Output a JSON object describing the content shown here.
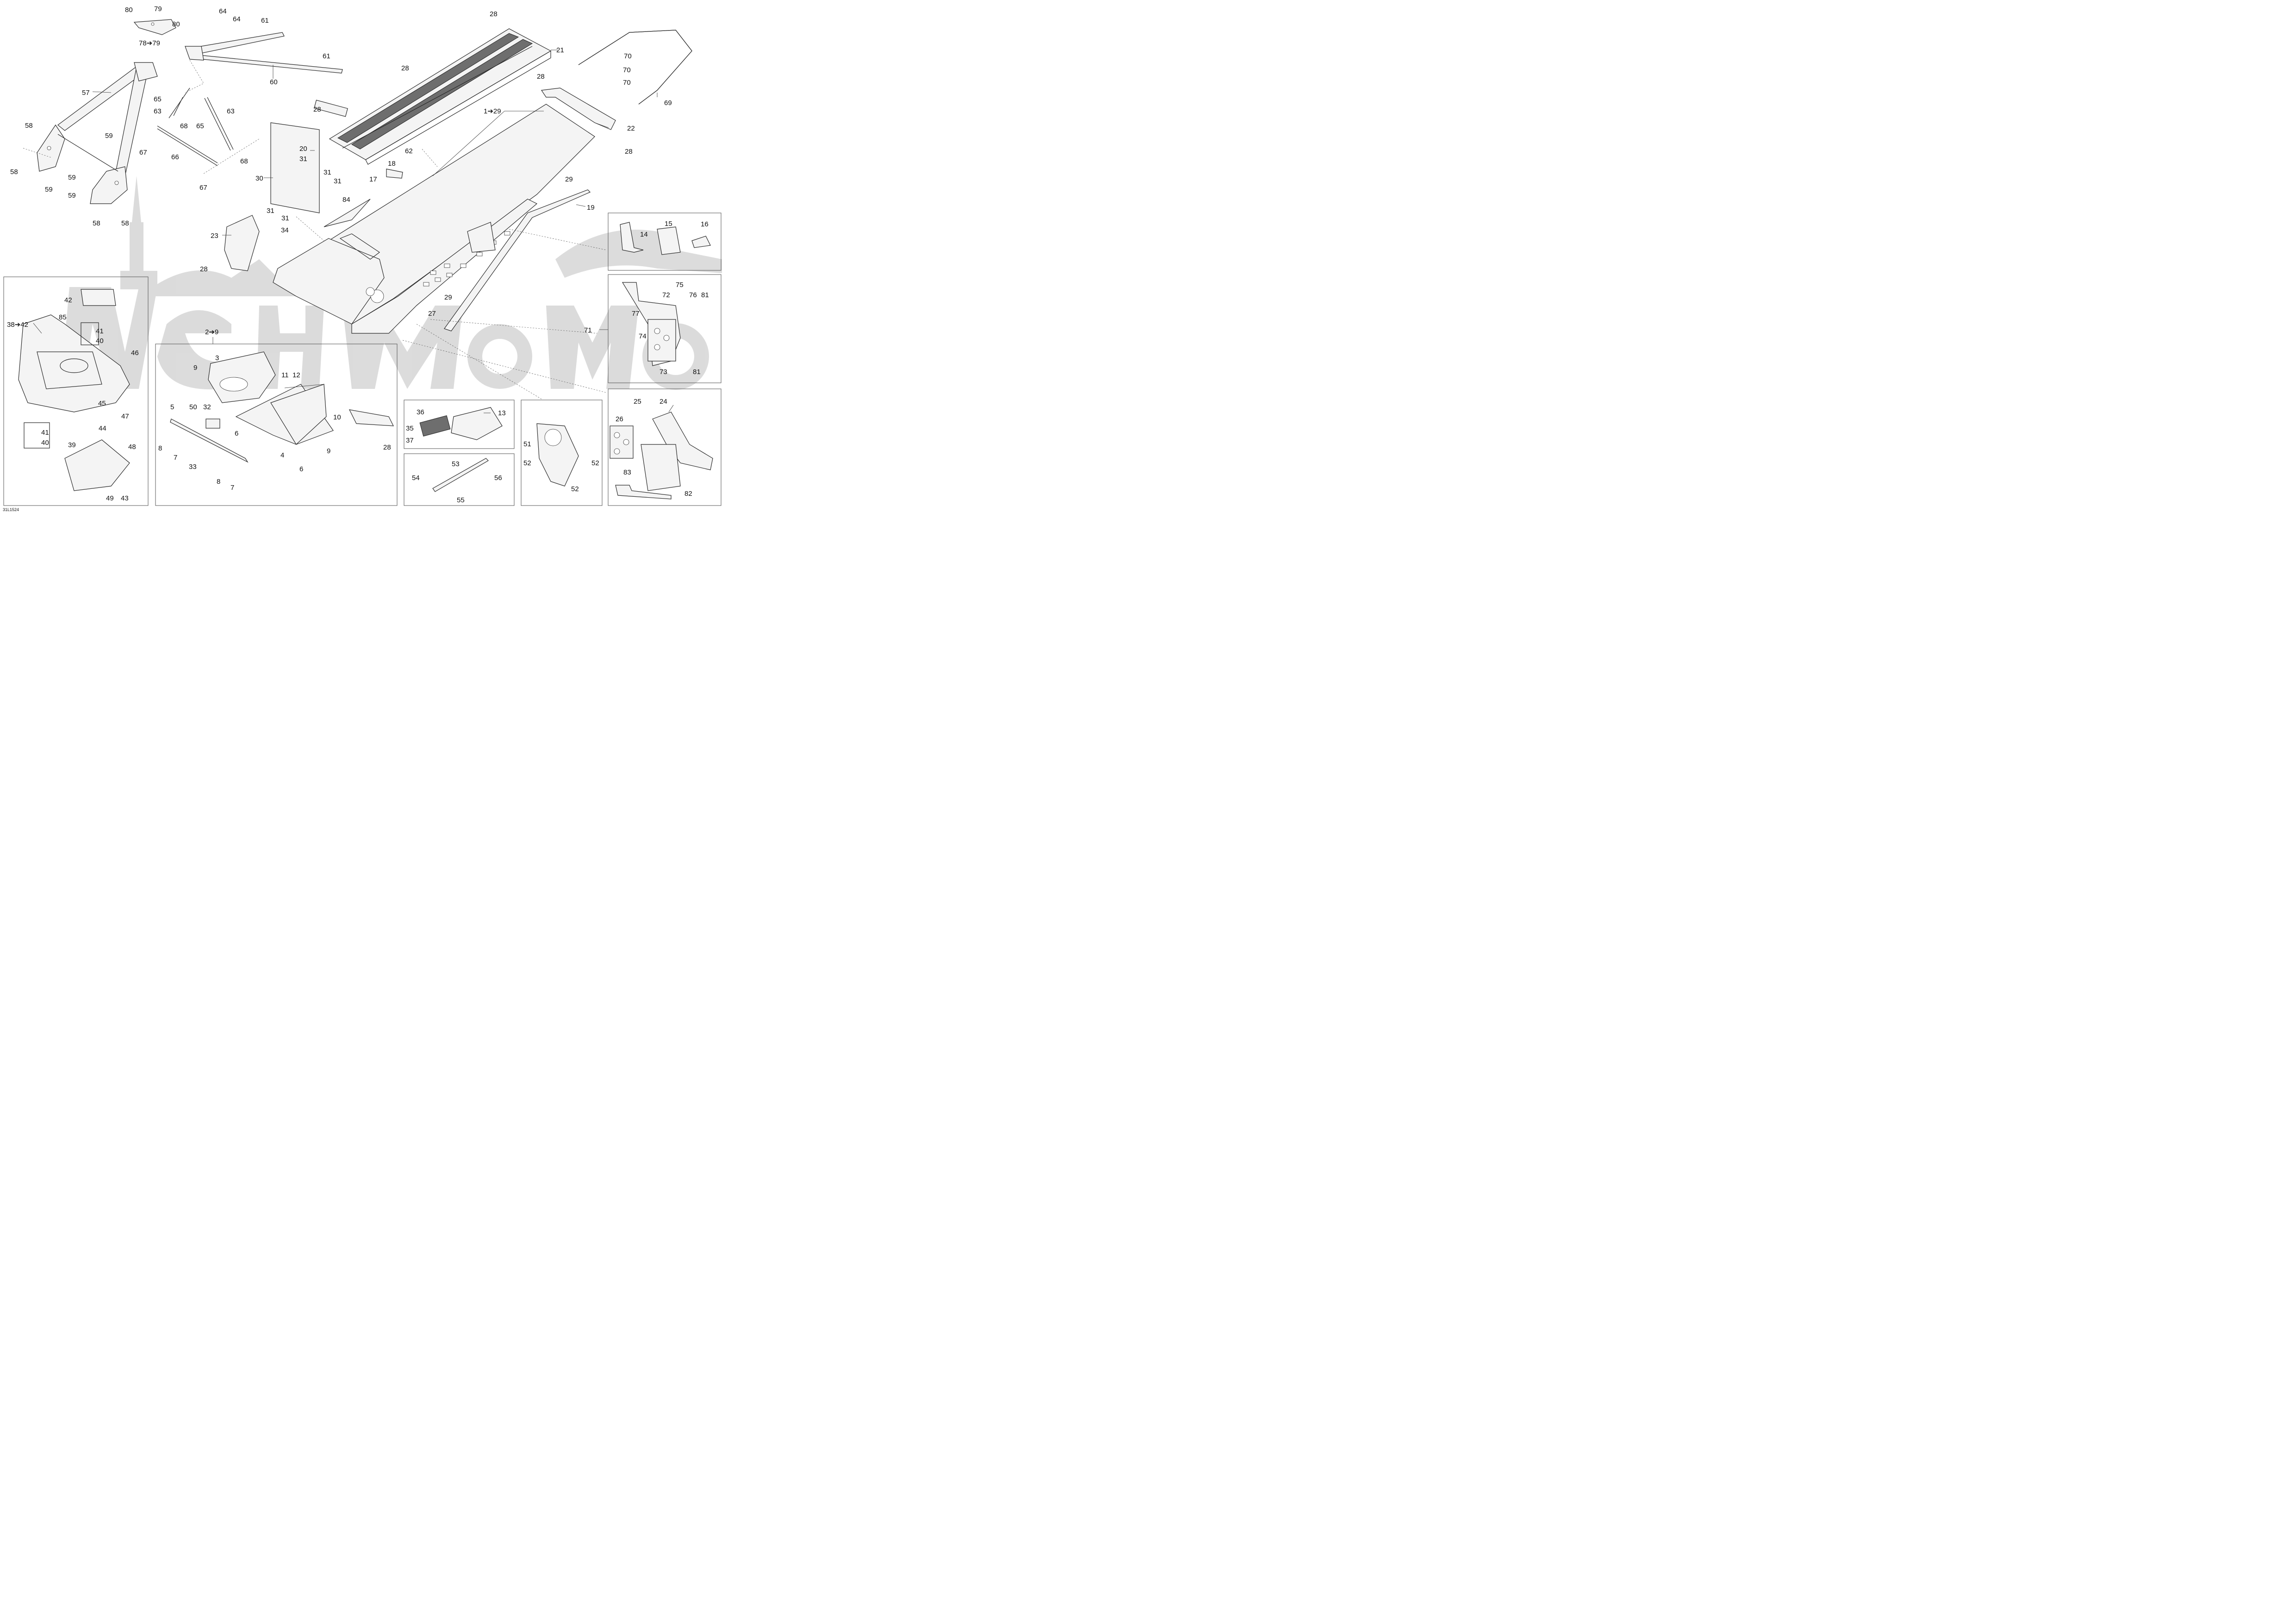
{
  "diagram_code": "31L1524",
  "callouts": [
    {
      "id": "c80a",
      "text": "80"
    },
    {
      "id": "c79a",
      "text": "79"
    },
    {
      "id": "c80b",
      "text": "80"
    },
    {
      "id": "c78",
      "text": "78➔79"
    },
    {
      "id": "c64a",
      "text": "64"
    },
    {
      "id": "c64b",
      "text": "64"
    },
    {
      "id": "c61a",
      "text": "61"
    },
    {
      "id": "c61b",
      "text": "61"
    },
    {
      "id": "c60",
      "text": "60"
    },
    {
      "id": "c57",
      "text": "57"
    },
    {
      "id": "c65a",
      "text": "65"
    },
    {
      "id": "c63a",
      "text": "63"
    },
    {
      "id": "c68a",
      "text": "68"
    },
    {
      "id": "c65b",
      "text": "65"
    },
    {
      "id": "c63b",
      "text": "63"
    },
    {
      "id": "c67a",
      "text": "67"
    },
    {
      "id": "c66",
      "text": "66"
    },
    {
      "id": "c68b",
      "text": "68"
    },
    {
      "id": "c67b",
      "text": "67"
    },
    {
      "id": "c58a",
      "text": "58"
    },
    {
      "id": "c58b",
      "text": "58"
    },
    {
      "id": "c59a",
      "text": "59"
    },
    {
      "id": "c59b",
      "text": "59"
    },
    {
      "id": "c59c",
      "text": "59"
    },
    {
      "id": "c59d",
      "text": "59"
    },
    {
      "id": "c58c",
      "text": "58"
    },
    {
      "id": "c58d",
      "text": "58"
    },
    {
      "id": "c28a",
      "text": "28"
    },
    {
      "id": "c21",
      "text": "21"
    },
    {
      "id": "c28b",
      "text": "28"
    },
    {
      "id": "c28c",
      "text": "28"
    },
    {
      "id": "c28d",
      "text": "28"
    },
    {
      "id": "c129",
      "text": "1➔29"
    },
    {
      "id": "c22",
      "text": "22"
    },
    {
      "id": "c28e",
      "text": "28"
    },
    {
      "id": "c70a",
      "text": "70"
    },
    {
      "id": "c70b",
      "text": "70"
    },
    {
      "id": "c70c",
      "text": "70"
    },
    {
      "id": "c69",
      "text": "69"
    },
    {
      "id": "c20",
      "text": "20"
    },
    {
      "id": "c31a",
      "text": "31"
    },
    {
      "id": "c31b",
      "text": "31"
    },
    {
      "id": "c31c",
      "text": "31"
    },
    {
      "id": "c30",
      "text": "30"
    },
    {
      "id": "c31d",
      "text": "31"
    },
    {
      "id": "c31e",
      "text": "31"
    },
    {
      "id": "c62",
      "text": "62"
    },
    {
      "id": "c18",
      "text": "18"
    },
    {
      "id": "c17",
      "text": "17"
    },
    {
      "id": "c84",
      "text": "84"
    },
    {
      "id": "c34",
      "text": "34"
    },
    {
      "id": "c23",
      "text": "23"
    },
    {
      "id": "c28f",
      "text": "28"
    },
    {
      "id": "c29a",
      "text": "29"
    },
    {
      "id": "c19",
      "text": "19"
    },
    {
      "id": "c14",
      "text": "14"
    },
    {
      "id": "c15",
      "text": "15"
    },
    {
      "id": "c16",
      "text": "16"
    },
    {
      "id": "c75",
      "text": "75"
    },
    {
      "id": "c72",
      "text": "72"
    },
    {
      "id": "c76",
      "text": "76"
    },
    {
      "id": "c81a",
      "text": "81"
    },
    {
      "id": "c77",
      "text": "77"
    },
    {
      "id": "c71",
      "text": "71"
    },
    {
      "id": "c74",
      "text": "74"
    },
    {
      "id": "c73",
      "text": "73"
    },
    {
      "id": "c81b",
      "text": "81"
    },
    {
      "id": "c29b",
      "text": "29"
    },
    {
      "id": "c27",
      "text": "27"
    },
    {
      "id": "c42",
      "text": "42"
    },
    {
      "id": "c3842",
      "text": "38➔42"
    },
    {
      "id": "c85",
      "text": "85"
    },
    {
      "id": "c41a",
      "text": "41"
    },
    {
      "id": "c40a",
      "text": "40"
    },
    {
      "id": "c46",
      "text": "46"
    },
    {
      "id": "c45",
      "text": "45"
    },
    {
      "id": "c47",
      "text": "47"
    },
    {
      "id": "c44",
      "text": "44"
    },
    {
      "id": "c41b",
      "text": "41"
    },
    {
      "id": "c40b",
      "text": "40"
    },
    {
      "id": "c39",
      "text": "39"
    },
    {
      "id": "c48",
      "text": "48"
    },
    {
      "id": "c49",
      "text": "49"
    },
    {
      "id": "c43",
      "text": "43"
    },
    {
      "id": "c29c",
      "text": "2➔9"
    },
    {
      "id": "c3",
      "text": "3"
    },
    {
      "id": "c9a",
      "text": "9"
    },
    {
      "id": "c11",
      "text": "11"
    },
    {
      "id": "c12",
      "text": "12"
    },
    {
      "id": "c5",
      "text": "5"
    },
    {
      "id": "c50",
      "text": "50"
    },
    {
      "id": "c32",
      "text": "32"
    },
    {
      "id": "c10",
      "text": "10"
    },
    {
      "id": "c6a",
      "text": "6"
    },
    {
      "id": "c28g",
      "text": "28"
    },
    {
      "id": "c8a",
      "text": "8"
    },
    {
      "id": "c7a",
      "text": "7"
    },
    {
      "id": "c33",
      "text": "33"
    },
    {
      "id": "c4",
      "text": "4"
    },
    {
      "id": "c9b",
      "text": "9"
    },
    {
      "id": "c6b",
      "text": "6"
    },
    {
      "id": "c8b",
      "text": "8"
    },
    {
      "id": "c7b",
      "text": "7"
    },
    {
      "id": "c36",
      "text": "36"
    },
    {
      "id": "c13",
      "text": "13"
    },
    {
      "id": "c35",
      "text": "35"
    },
    {
      "id": "c37",
      "text": "37"
    },
    {
      "id": "c54",
      "text": "54"
    },
    {
      "id": "c53",
      "text": "53"
    },
    {
      "id": "c56",
      "text": "56"
    },
    {
      "id": "c55",
      "text": "55"
    },
    {
      "id": "c51",
      "text": "51"
    },
    {
      "id": "c52a",
      "text": "52"
    },
    {
      "id": "c52b",
      "text": "52"
    },
    {
      "id": "c52c",
      "text": "52"
    },
    {
      "id": "c25",
      "text": "25"
    },
    {
      "id": "c24",
      "text": "24"
    },
    {
      "id": "c26",
      "text": "26"
    },
    {
      "id": "c83",
      "text": "83"
    },
    {
      "id": "c82",
      "text": "82"
    }
  ]
}
